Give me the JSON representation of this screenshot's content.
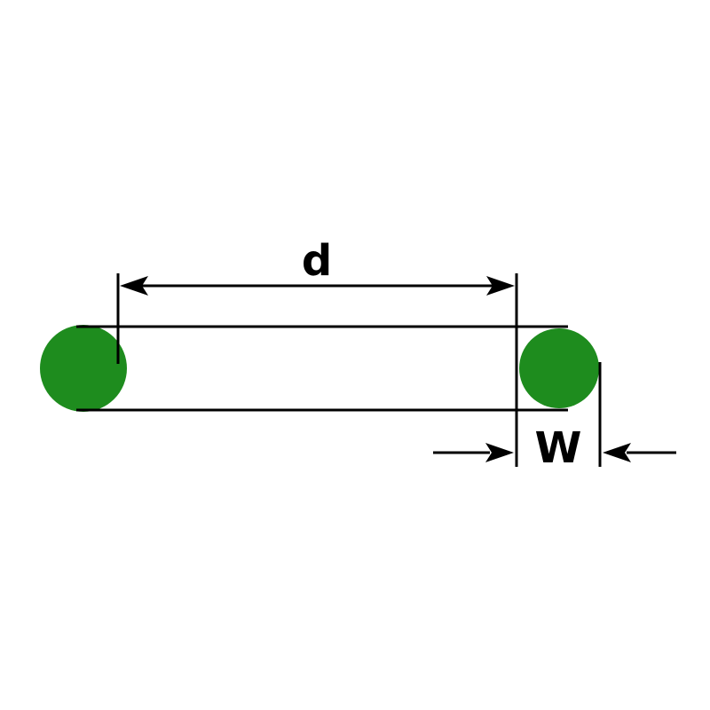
{
  "diagram": {
    "name": "o-ring dimension diagram",
    "labels": {
      "inner_diameter": "d",
      "cross_section_width": "W"
    },
    "colors": {
      "oring_green": "#1e8c1e",
      "line_black": "#000000",
      "background": "#ffffff"
    }
  }
}
